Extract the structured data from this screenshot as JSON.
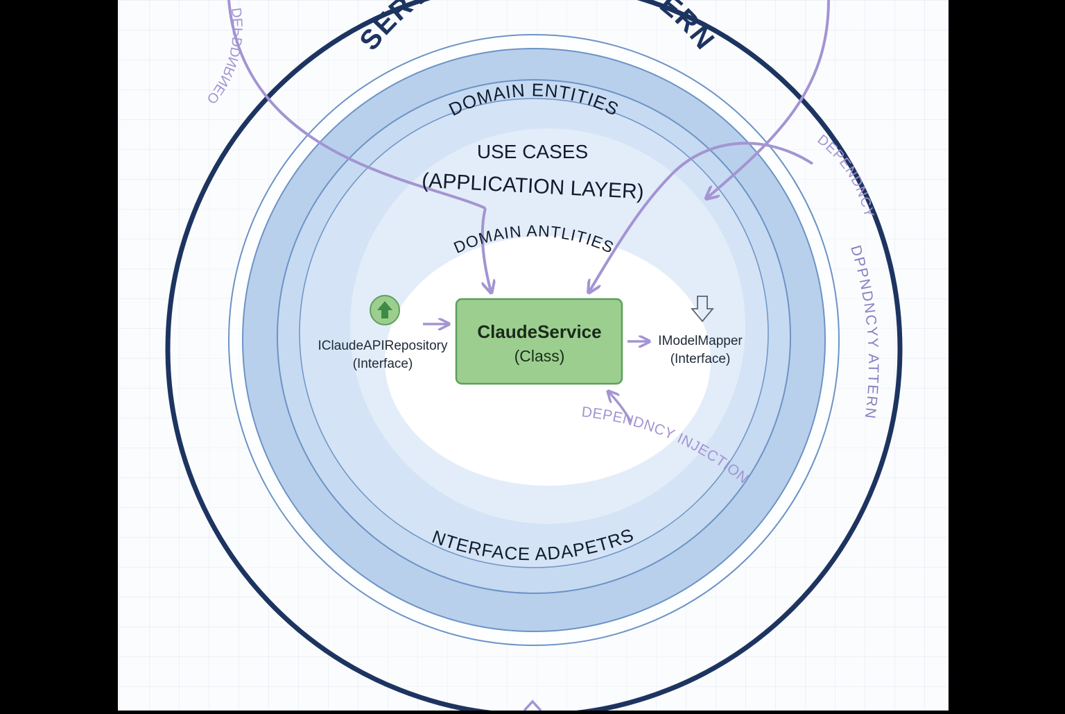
{
  "diagram": {
    "title": "SERVICE LAYER PATTERN",
    "rings": {
      "outer_label": "DOMAIN ENTITIES",
      "use_cases_line1": "USE CASES",
      "use_cases_line2": "(APPLICATION LAYER)",
      "inner_label": "DOMAIN ANTLITIES",
      "bottom_label": "INTERFACE ADAPETRS"
    },
    "center": {
      "name": "ClaudeService",
      "kind": "(Class)"
    },
    "left_node": {
      "name": "IClaudeAPIRepository",
      "kind": "(Interface)",
      "icon": "up-arrow-circle-icon"
    },
    "right_node": {
      "name": "IModelMapper",
      "kind": "(Interface)",
      "icon": "down-arrow-outline-icon"
    },
    "annotations": {
      "dependency_injection": "DEPENDNCY INJECTION",
      "right_upper": "DEPENDNCY",
      "right_lower": "DPPNDNCYY ATTERN",
      "left_upper": "DEPDDNRNEO"
    },
    "colors": {
      "background": "#000000",
      "paper": "#fbfcfe",
      "grid": "#dfe5ef",
      "navy": "#1d3461",
      "ring_blue": "#b8d0ec",
      "ring_light": "#dbe8f6",
      "ring_stroke": "#6c93c6",
      "purple": "#a394d2",
      "green_fill": "#9ccf8f",
      "green_stroke": "#5e9f5a"
    }
  }
}
